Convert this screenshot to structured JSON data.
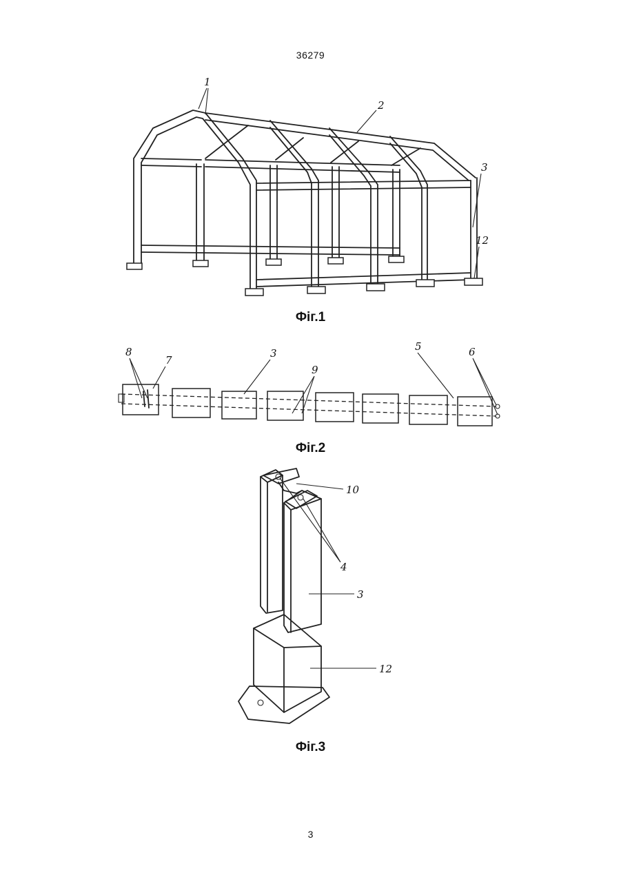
{
  "header": {
    "patent_number": "36279"
  },
  "figures": [
    {
      "caption": "Фіг.1",
      "labels": [
        "1",
        "2",
        "3",
        "12"
      ]
    },
    {
      "caption": "Фіг.2",
      "labels": [
        "8",
        "7",
        "3",
        "9",
        "5",
        "6"
      ]
    },
    {
      "caption": "Фіг.3",
      "labels": [
        "10",
        "4",
        "3",
        "12"
      ]
    }
  ],
  "footer": {
    "page_number": "3"
  }
}
